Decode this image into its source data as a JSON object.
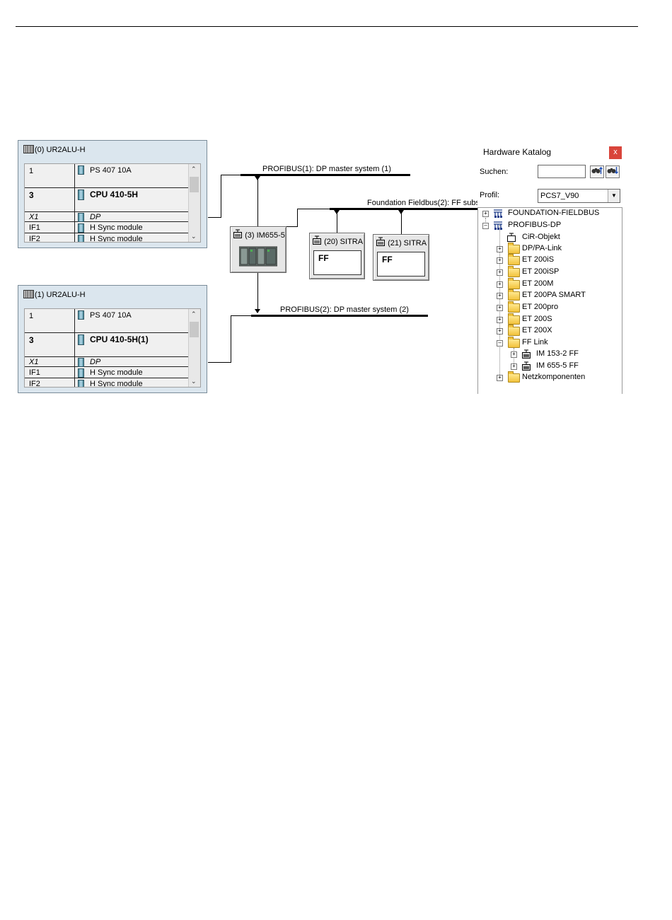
{
  "racks": [
    {
      "title": "(0) UR2ALU-H",
      "rows": [
        {
          "slot": "1",
          "module": "PS 407 10A"
        },
        {
          "slot": "3",
          "module": "CPU 410-5H"
        },
        {
          "slot": "X1",
          "module": "DP"
        },
        {
          "slot": "IF1",
          "module": "H Sync module"
        },
        {
          "slot": "IF2",
          "module": "H Sync module"
        }
      ]
    },
    {
      "title": "(1) UR2ALU-H",
      "rows": [
        {
          "slot": "1",
          "module": "PS 407 10A"
        },
        {
          "slot": "3",
          "module": "CPU 410-5H(1)"
        },
        {
          "slot": "X1",
          "module": "DP"
        },
        {
          "slot": "IF1",
          "module": "H Sync module"
        },
        {
          "slot": "IF2",
          "module": "H Sync module"
        }
      ]
    }
  ],
  "buses": {
    "profibus1": "PROFIBUS(1): DP master system (1)",
    "profibus2": "PROFIBUS(2): DP master system (2)",
    "foundation": "Foundation Fieldbus(2): FF subs"
  },
  "devices": {
    "im655": "(3) IM655-5",
    "sitra20": "(20) SITRA",
    "sitra21": "(21) SITRA",
    "ff_label": "FF"
  },
  "catalog": {
    "title": "Hardware Katalog",
    "close": "x",
    "search_label": "Suchen:",
    "search_value": "",
    "profile_label": "Profil:",
    "profile_value": "PCS7_V90",
    "tree": [
      "FOUNDATION-FIELDBUS",
      "PROFIBUS-DP",
      "CiR-Objekt",
      "DP/PA-Link",
      "ET 200iS",
      "ET 200iSP",
      "ET 200M",
      "ET 200PA SMART",
      "ET 200pro",
      "ET 200S",
      "ET 200X",
      "FF Link",
      "IM 153-2 FF",
      "IM 655-5 FF",
      "Netzkomponenten"
    ]
  }
}
